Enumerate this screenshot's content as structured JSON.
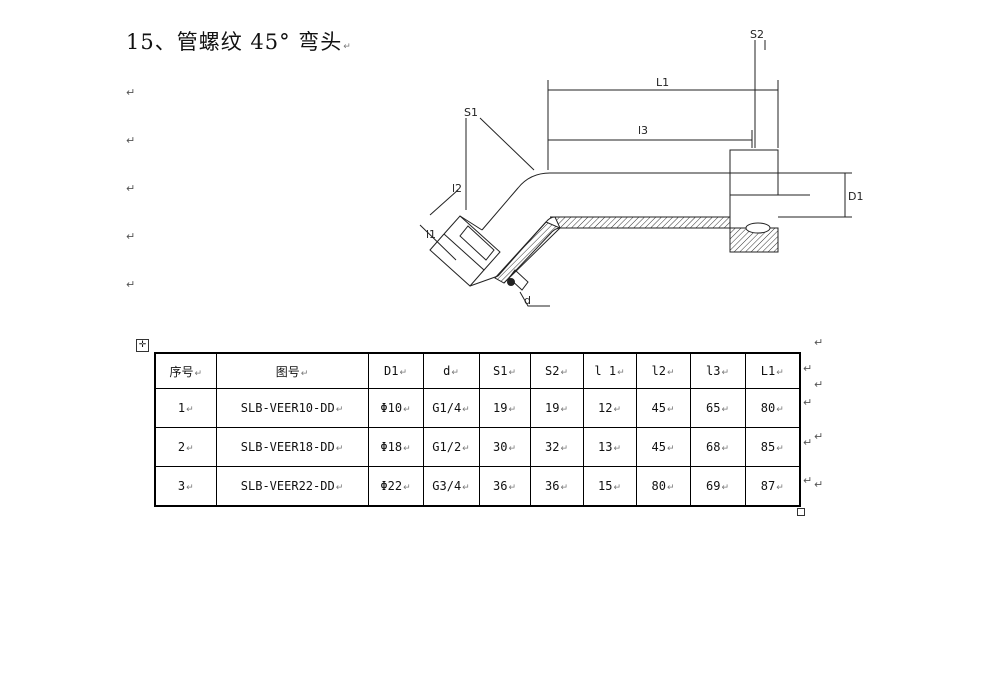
{
  "document": {
    "title": "15、管螺纹 45° 弯头",
    "para_mark": "↵"
  },
  "drawing": {
    "labels": {
      "s2": "S2",
      "l1": "L1",
      "l3": "l3",
      "s1": "S1",
      "l2": "l2",
      "l1_small": "l1",
      "d1": "D1",
      "d": "d"
    }
  },
  "table": {
    "headers": [
      "序号",
      "图号",
      "D1",
      "d",
      "S1",
      "S2",
      "l 1",
      "l2",
      "l3",
      "L1"
    ],
    "rows": [
      [
        "1",
        "SLB-VEER10-DD",
        "Φ10",
        "G1/4",
        "19",
        "19",
        "12",
        "45",
        "65",
        "80"
      ],
      [
        "2",
        "SLB-VEER18-DD",
        "Φ18",
        "G1/2",
        "30",
        "32",
        "13",
        "45",
        "68",
        "85"
      ],
      [
        "3",
        "SLB-VEER22-DD",
        "Φ22",
        "G3/4",
        "36",
        "36",
        "15",
        "80",
        "69",
        "87"
      ]
    ]
  }
}
